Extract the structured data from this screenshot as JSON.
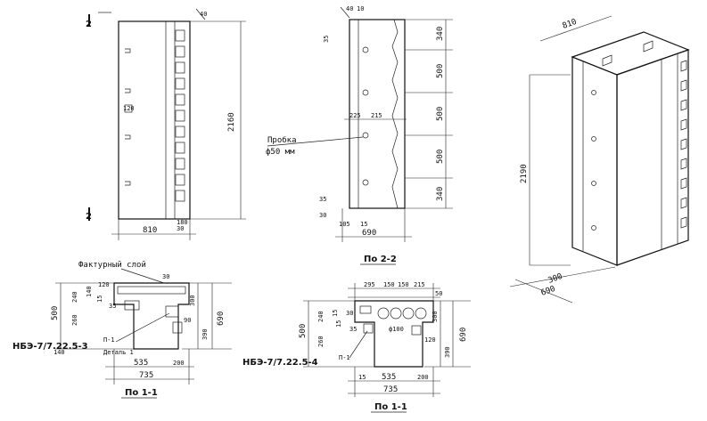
{
  "front_view": {
    "height_label": "2160",
    "width_label": "810",
    "bottom_detail": "180",
    "bottom_small": "30",
    "section_top": "2",
    "section_bottom": "2",
    "top_dim": "40",
    "mark_a": "120"
  },
  "section_2_2": {
    "top_a": "40",
    "top_b": "10",
    "left_top": "35",
    "dims": [
      "340",
      "500",
      "500",
      "500",
      "340"
    ],
    "mid_a": "225",
    "mid_b": "215",
    "plug_label": "Пробка",
    "plug_diam": "ф50 мм",
    "bottom_a": "30",
    "bottom_b": "35",
    "bottom_c": "105",
    "bottom_d": "15",
    "width": "690",
    "caption": "По 2-2"
  },
  "iso_view": {
    "top": "810",
    "height": "2190",
    "depth_a": "300",
    "depth_b": "690"
  },
  "plan_1": {
    "facing_label": "Фактурный слой",
    "top_small": "30",
    "left_a": "120",
    "left_b": "140",
    "left_c": "15",
    "left_d": "35",
    "rows": [
      "500",
      "260",
      "240",
      "15",
      "140"
    ],
    "right": [
      "300",
      "390",
      "690"
    ],
    "right_small": "90",
    "bottom_a": "535",
    "bottom_b": "200",
    "bottom_total": "735",
    "mark": "НБЭ-7/7.22.5-3",
    "detail_a": "П-1",
    "detail_b": "Деталь 1",
    "caption": "По 1-1"
  },
  "plan_2": {
    "top_a": "295",
    "top_b": "150",
    "top_c": "150",
    "top_d": "215",
    "top_e": "50",
    "left_a": "260",
    "left_b": "240",
    "left_c": "15",
    "left_d": "30",
    "left_e": "15",
    "left_f": "35",
    "rows": [
      "500"
    ],
    "right": [
      "300",
      "390",
      "690"
    ],
    "right_small": "120",
    "hole": "ф100",
    "bottom_small": "15",
    "bottom_a": "535",
    "bottom_b": "200",
    "bottom_total": "735",
    "mark": "НБЭ-7/7.22.5-4",
    "detail_a": "П-1",
    "caption": "По 1-1"
  }
}
